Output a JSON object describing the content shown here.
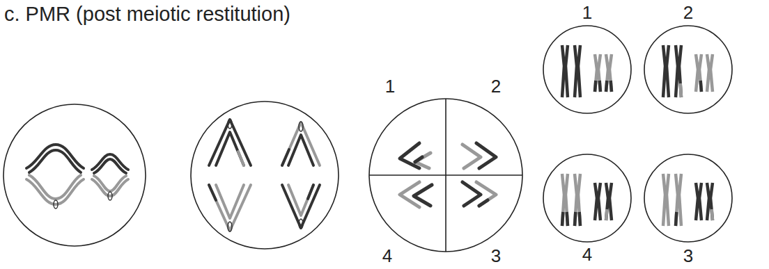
{
  "diagram": {
    "title": "c. PMR (post meiotic restitution)",
    "labels": [
      "1",
      "2",
      "4",
      "3",
      "1",
      "2",
      "4",
      "3"
    ]
  }
}
